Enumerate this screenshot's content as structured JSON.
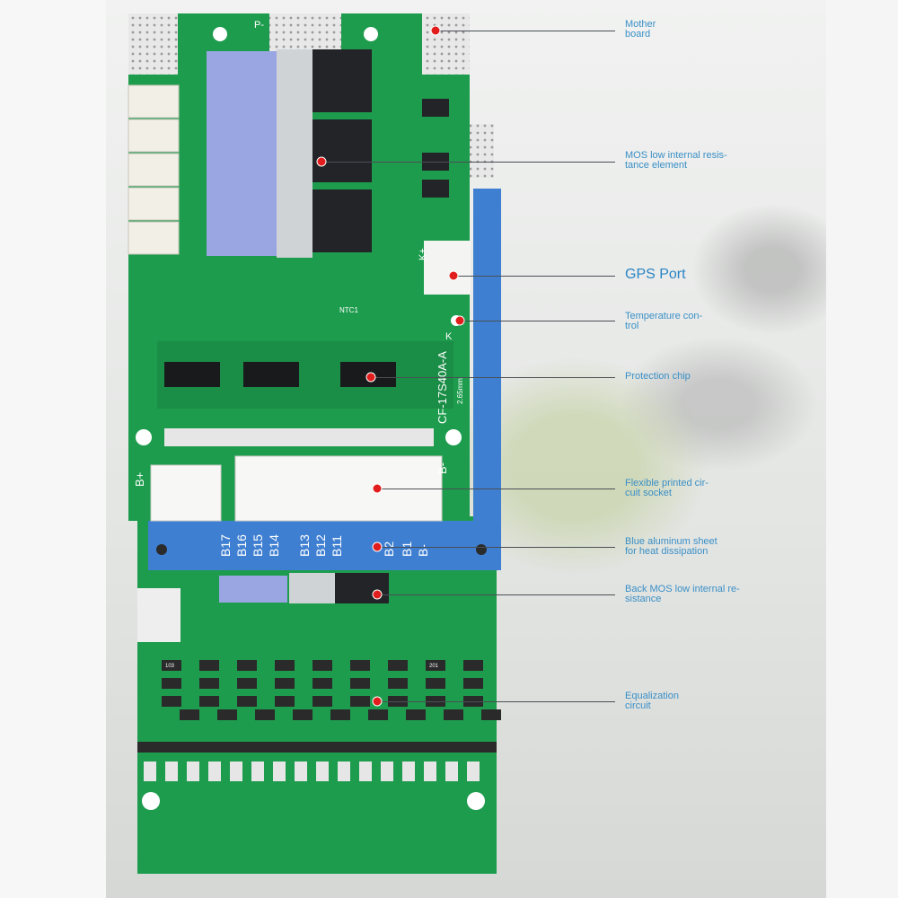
{
  "board_text": {
    "p_minus": "P-",
    "b_plus": "B+",
    "b_minus": "B-",
    "k_plus": "K+",
    "k": "K",
    "model": "CF-17S40A-A",
    "thickness": "2.65mm",
    "ntc": "NTC1",
    "cells_left": [
      "B17",
      "B16",
      "B15",
      "B14"
    ],
    "cells_mid": [
      "B13",
      "B12",
      "B11"
    ],
    "cells_right": [
      "B2",
      "B1",
      "B-"
    ],
    "resistor_mark": "201",
    "resistor_mark2": "103"
  },
  "callouts": [
    {
      "id": "motherboard",
      "text": "Mother\nboard"
    },
    {
      "id": "mos",
      "text": "MOS low internal resis-\ntance element"
    },
    {
      "id": "gps",
      "text": "GPS Port"
    },
    {
      "id": "temperature",
      "text": "Temperature con-\ntrol"
    },
    {
      "id": "protection",
      "text": "Protection chip"
    },
    {
      "id": "flexible",
      "text": "Flexible printed cir-\ncuit socket"
    },
    {
      "id": "aluminum",
      "text": "Blue aluminum sheet\nfor heat dissipation"
    },
    {
      "id": "back_mos",
      "text": "Back MOS low internal re-\nsistance"
    },
    {
      "id": "equalization",
      "text": "Equalization\ncircuit"
    }
  ],
  "colors": {
    "pcb_green": "#1e9c4e",
    "aluminum_blue": "#3f7fd1",
    "mosfet": "#222427",
    "thermal_pad": "#9aa6e2",
    "callout_text": "#3a8fc6",
    "dot": "#e21d1d"
  }
}
